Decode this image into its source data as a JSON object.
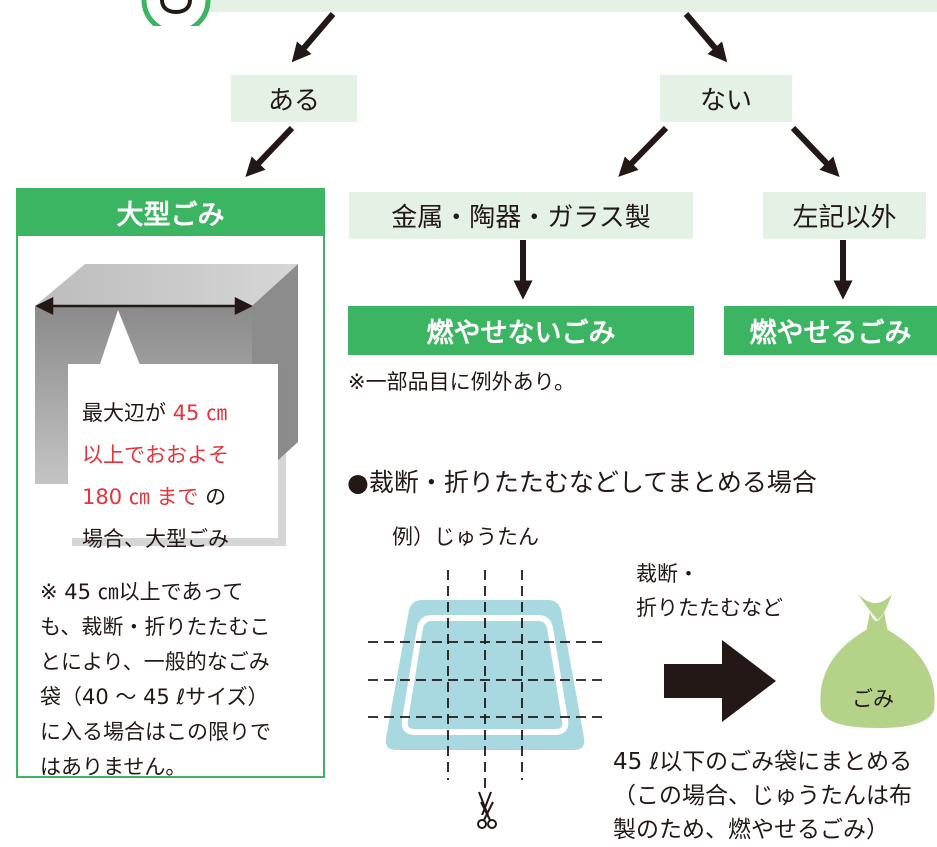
{
  "branch_yes": "ある",
  "branch_no": "ない",
  "large": {
    "title": "大型ごみ",
    "callout_red": [
      "45 ㎝",
      "以上でおおよそ",
      "180 ㎝ まで"
    ],
    "callout": [
      "最大辺が",
      "の",
      "場合、大型ごみ"
    ],
    "note": [
      "※ 45 ㎝以上であって",
      "も、裁断・折りたたむこ",
      "とにより、一般的なごみ",
      "袋（40 ～ 45 ℓサイズ）",
      "に入る場合はこの限りで",
      "はありません。"
    ]
  },
  "metal": {
    "label": "金属・陶器・ガラス製",
    "result": "燃やせないごみ",
    "note": "※一部品目に例外あり。"
  },
  "other": {
    "label": "左記以外",
    "result": "燃やせるごみ"
  },
  "fold": {
    "heading": "●裁断・折りたたむなどしてまとめる場合",
    "example": "例）じゅうたん",
    "action": [
      "裁断・",
      "折りたたむなど"
    ],
    "bag_label": "ごみ",
    "result": [
      "45 ℓ以下のごみ袋にまとめる",
      "（この場合、じゅうたんは布",
      "製のため、燃やせるごみ）"
    ]
  },
  "colors": {
    "green": "#3cb562",
    "pale_green": "#e4f2e6",
    "red": "#e6343c",
    "carpet": "#a9d9e0",
    "bag": "#b4d389"
  }
}
